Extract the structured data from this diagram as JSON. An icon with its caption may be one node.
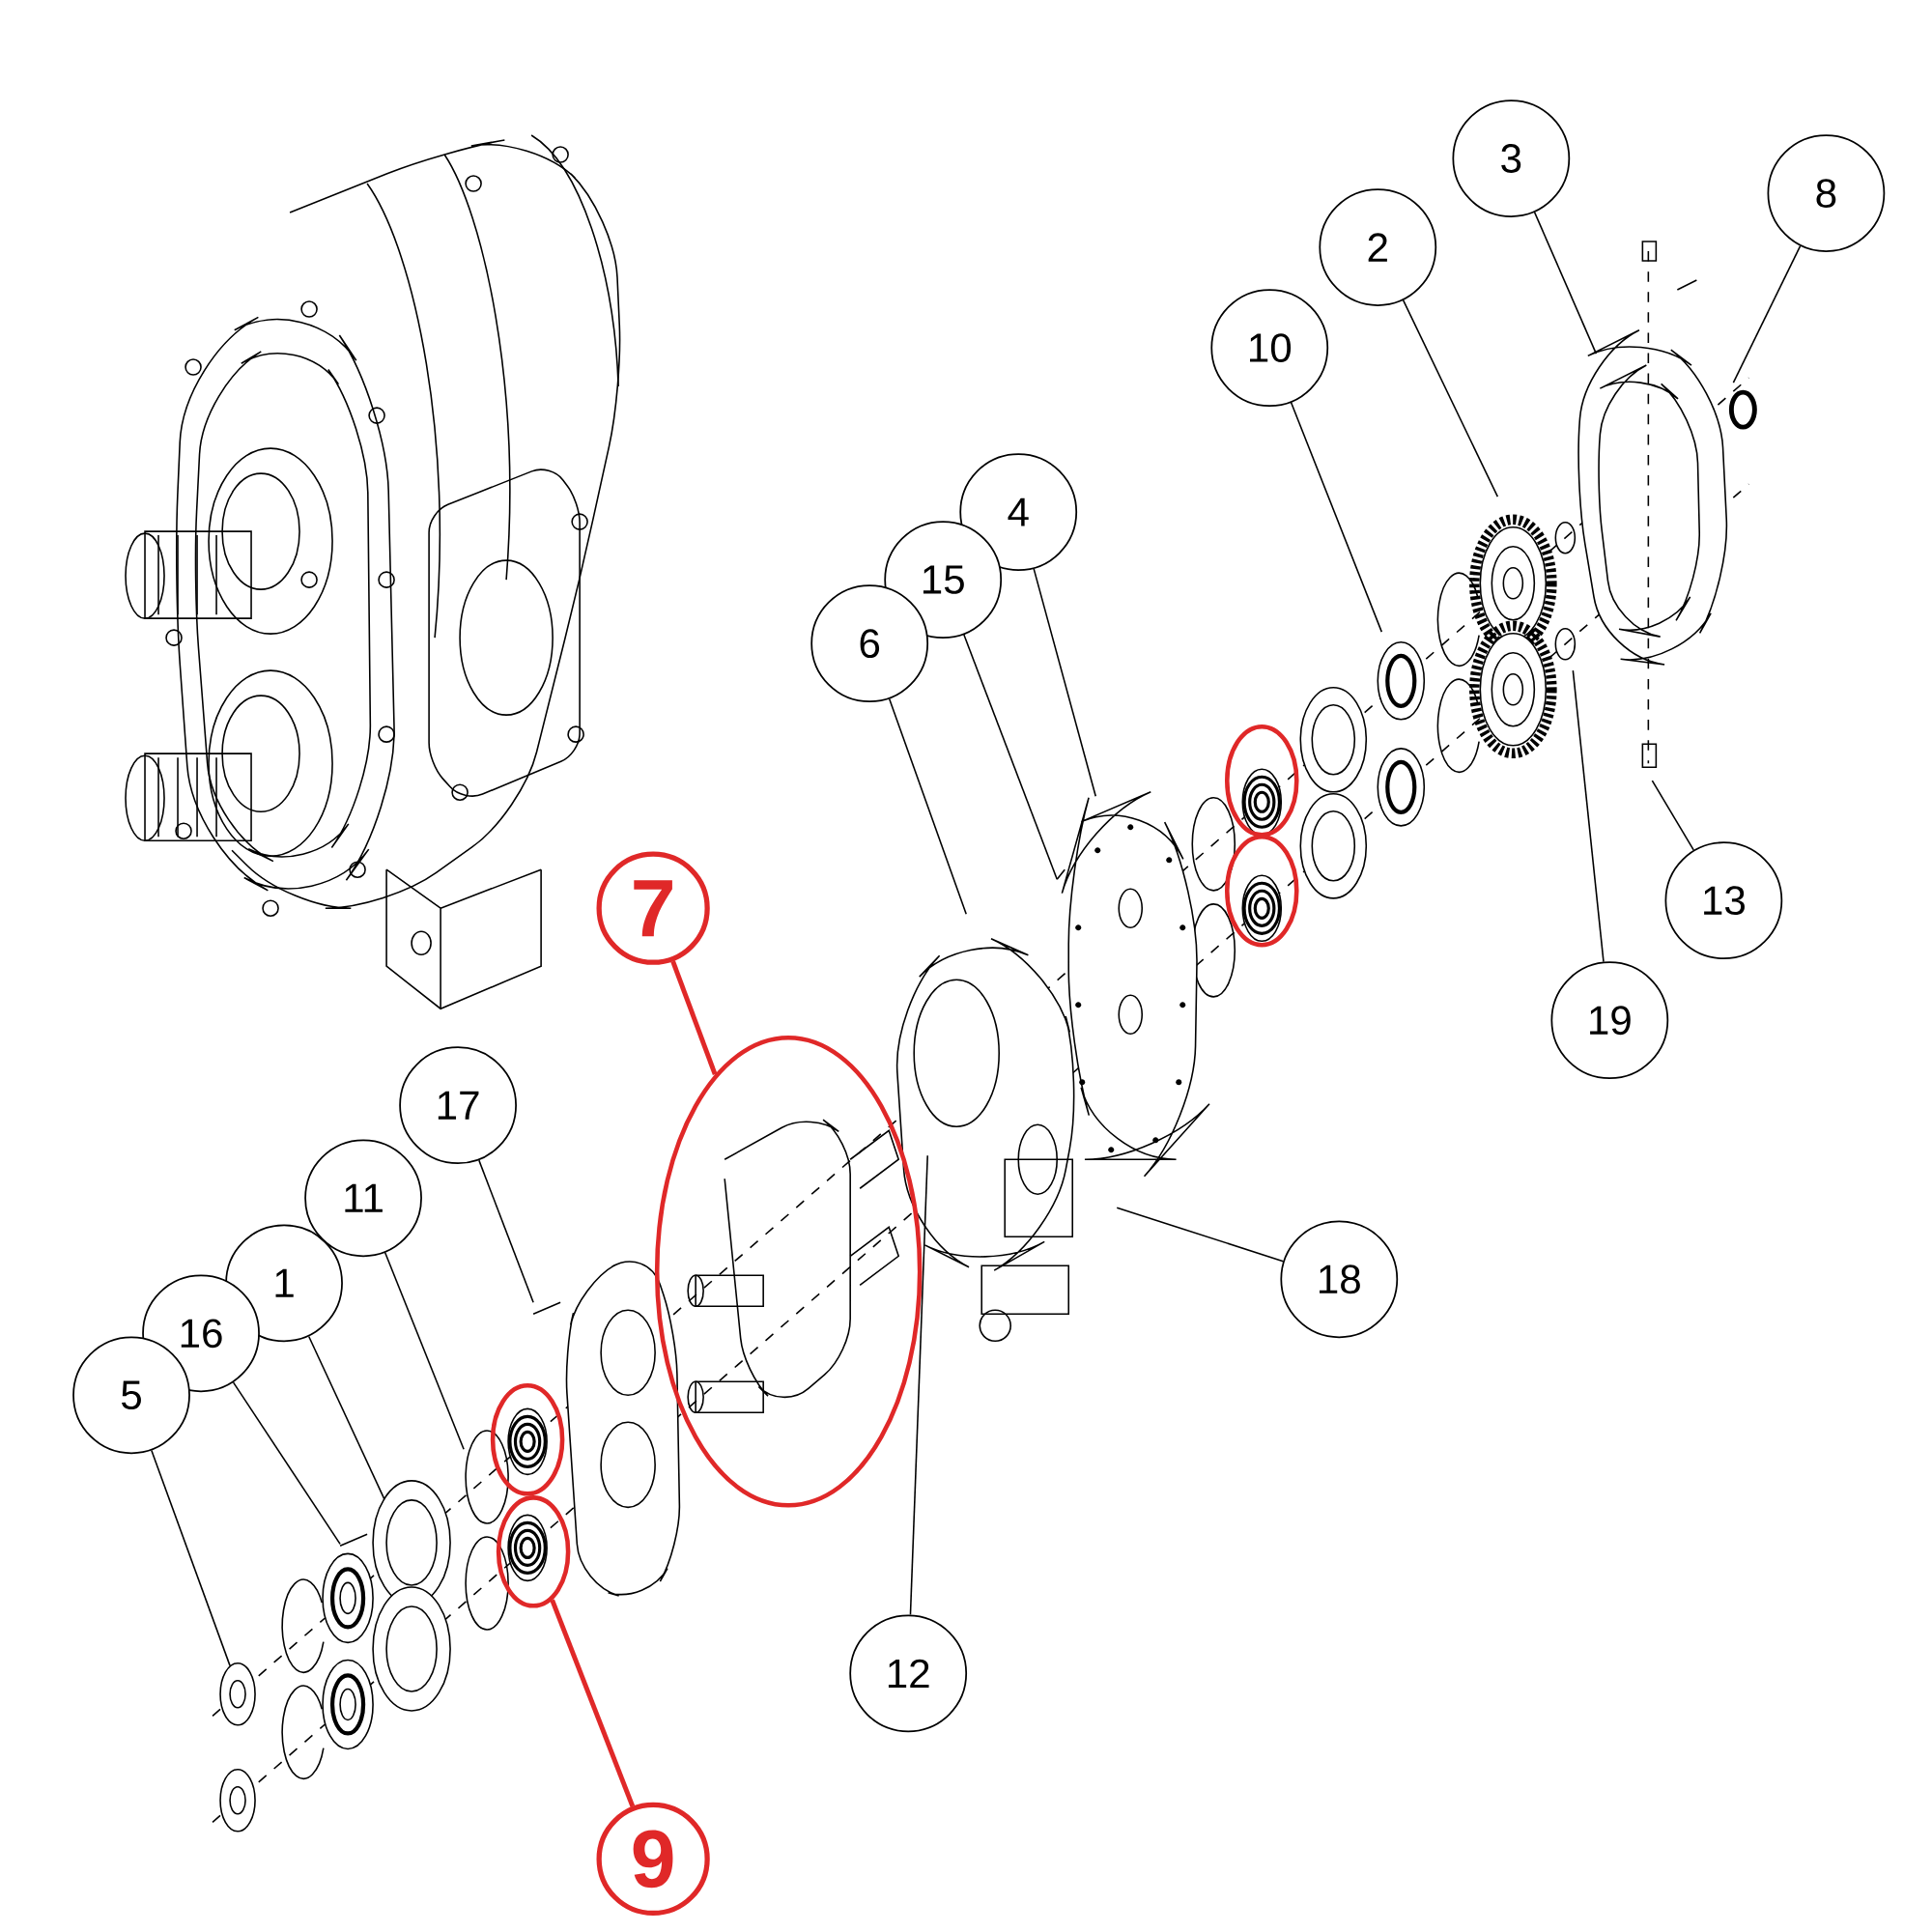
{
  "diagram": {
    "nodes": [
      {
        "text": [
          "3"
        ]
      },
      {
        "text": [
          "8"
        ]
      },
      {
        "text": [
          "2"
        ]
      },
      {
        "text": [
          "10"
        ]
      },
      {
        "text": [
          "4"
        ]
      },
      {
        "text": [
          "15"
        ]
      },
      {
        "text": [
          "6"
        ]
      },
      {
        "text": [
          "13"
        ]
      },
      {
        "text": [
          "7"
        ]
      },
      {
        "text": [
          "19"
        ]
      },
      {
        "text": [
          "17"
        ]
      },
      {
        "text": [
          "11"
        ]
      },
      {
        "text": [
          "18"
        ]
      },
      {
        "text": [
          "1"
        ]
      },
      {
        "text": [
          "16"
        ]
      },
      {
        "text": [
          "5"
        ]
      },
      {
        "text": [
          "12"
        ]
      },
      {
        "text": [
          "9"
        ]
      },
      {
        "text": [],
        "shape": "circle"
      },
      {
        "text": [],
        "shape": "circle"
      },
      {
        "text": [],
        "shape": "circle"
      },
      {
        "text": [],
        "shape": "circle"
      },
      {
        "text": [],
        "shape": "circle"
      }
    ],
    "edges": [
      {
        "from": 0,
        "to": null,
        "arrow": "none"
      },
      {
        "from": 1,
        "to": null,
        "arrow": "none"
      },
      {
        "from": 2,
        "to": null,
        "arrow": "none"
      },
      {
        "from": 3,
        "to": null,
        "arrow": "none"
      },
      {
        "from": 4,
        "to": null,
        "arrow": "none"
      },
      {
        "from": 5,
        "to": null,
        "arrow": "none"
      },
      {
        "from": 6,
        "to": null,
        "arrow": "none"
      },
      {
        "from": 7,
        "to": null,
        "arrow": "none"
      },
      {
        "from": 8,
        "to": 20,
        "arrow": "none",
        "style": "thick",
        "color": "#e02828"
      },
      {
        "from": 9,
        "to": null,
        "arrow": "none"
      },
      {
        "from": 10,
        "to": null,
        "arrow": "none"
      },
      {
        "from": 11,
        "to": null,
        "arrow": "none"
      },
      {
        "from": 12,
        "to": null,
        "arrow": "none"
      },
      {
        "from": 13,
        "to": null,
        "arrow": "none"
      },
      {
        "from": 14,
        "to": null,
        "arrow": "none"
      },
      {
        "from": 15,
        "to": null,
        "arrow": "none"
      },
      {
        "from": 16,
        "to": null,
        "arrow": "none"
      },
      {
        "from": 17,
        "to": 19,
        "arrow": "none",
        "style": "thick",
        "color": "#e02828"
      }
    ]
  }
}
